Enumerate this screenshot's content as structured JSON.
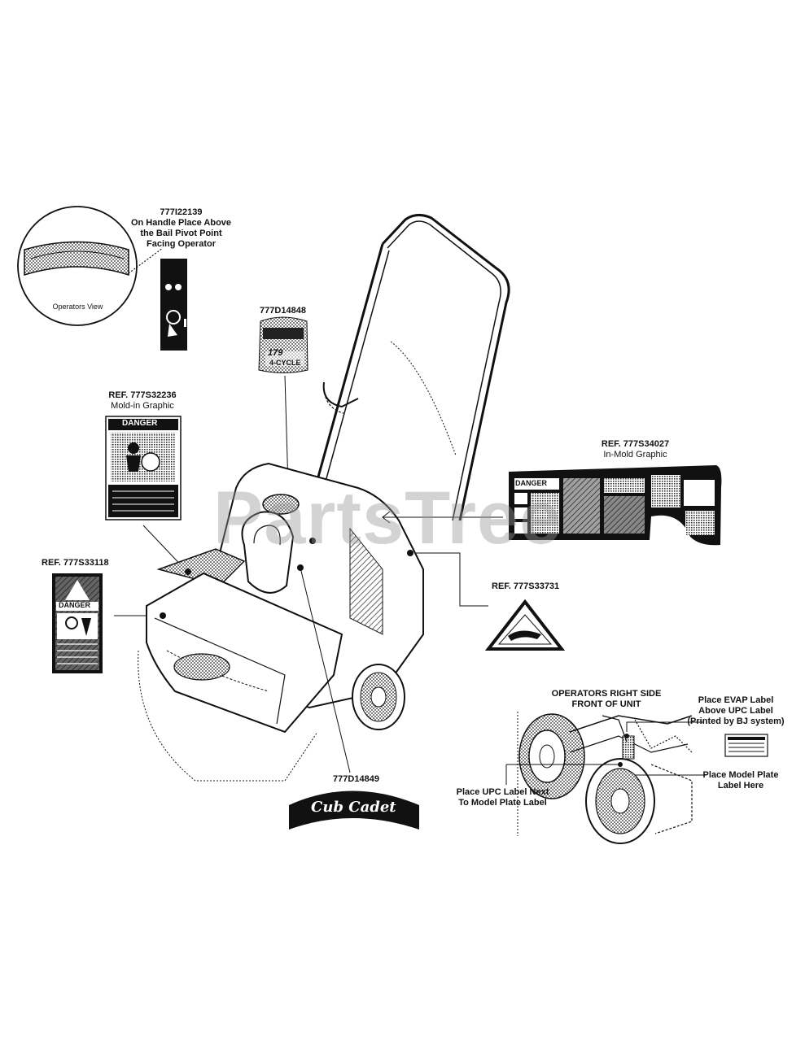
{
  "watermark": "PartsTree",
  "watermark_mark": "™",
  "callouts": {
    "handle_decal": {
      "part_no": "777I22139",
      "line1": "On Handle Place Above",
      "line2": "the Bail Pivot Point",
      "line3": "Facing Operator"
    },
    "operators_view": "Operators View",
    "engine_decal": {
      "part_no": "777D14848"
    },
    "mold_in": {
      "ref": "REF. 777S32236",
      "desc": "Mold-in Graphic"
    },
    "in_mold": {
      "ref": "REF.  777S34027",
      "desc": "In-Mold Graphic"
    },
    "danger_side": {
      "ref": "REF. 777S33118"
    },
    "warning_triangle": {
      "ref": "REF. 777S33731"
    },
    "logo_decal": {
      "part_no": "777D14849"
    },
    "right_side": {
      "line1": "OPERATORS RIGHT SIDE",
      "line2": "FRONT OF UNIT"
    },
    "evap": {
      "line1": "Place EVAP Label",
      "line2": "Above UPC Label",
      "line3": "(Printed by BJ system)"
    },
    "model_plate": {
      "line1": "Place Model Plate",
      "line2": "Label Here"
    },
    "upc": {
      "line1": "Place UPC Label Next",
      "line2": "To Model Plate Label"
    }
  },
  "decal_text": {
    "danger_word": "DANGER",
    "engine_disp": "179",
    "engine_cycle": "4-CYCLE",
    "logo": "Cub Cadet"
  }
}
